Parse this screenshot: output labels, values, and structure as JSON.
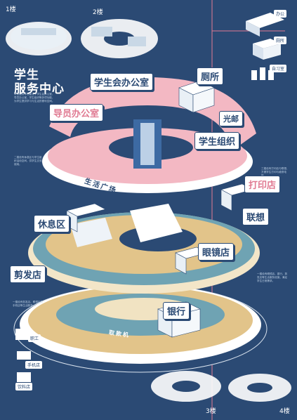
{
  "title": {
    "line1": "学生",
    "line2": "服务中心"
  },
  "floors": {
    "f1": "1楼",
    "f2": "2楼",
    "f3": "3楼",
    "f4": "4楼"
  },
  "side_labels": {
    "office": "办公",
    "toilet": "厕所",
    "study": "自习室"
  },
  "rooms": {
    "union_office": "学生会办公室",
    "toilet": "厕所",
    "prep_office": "导员办公室",
    "mail": "光邮",
    "student_org": "学生组织",
    "print_shop": "打印店",
    "lenovo": "联想",
    "lounge": "休息区",
    "optician": "眼镜店",
    "barber": "剪发店",
    "bank": "银行"
  },
  "ring_labels": {
    "plaza": "生活广场",
    "atm": "取款机"
  },
  "left_icons": {
    "staff": "职工",
    "mobile": "手机店",
    "water": "饮料店"
  },
  "body_text": {
    "intro": "学生服务中心集合了学生会办公室、导员办公室、学生组织等多项功能，为学生提供学习与生活的便利空间。",
    "p2": "二楼设有休息区与学生组织活动空间，供学生交流使用。",
    "p3": "三楼设有打印店与联想，方便学生打印与维修电脑。",
    "p4": "一楼设有眼镜店、银行、剪发店等生活服务设施，满足学生日常需求。",
    "p5": "一楼设有剪发店、眼镜店及手机店等生活服务。"
  },
  "colors": {
    "navy": "#2b4a74",
    "pink": "#f3b8c3",
    "teal": "#6fa3b3",
    "sand": "#e2c48a",
    "white": "#ffffff",
    "accent": "#e07a92"
  }
}
